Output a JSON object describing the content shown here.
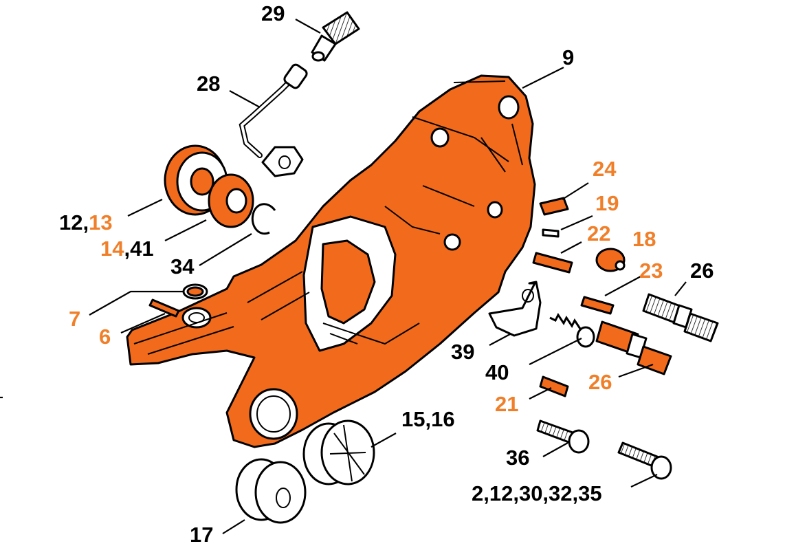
{
  "colors": {
    "part_fill": "#f26a1b",
    "highlight_text": "#f07f2a",
    "outline": "#000000",
    "background": "#ffffff"
  },
  "callouts": [
    {
      "id": "c29",
      "parts": [
        {
          "text": "29",
          "color": "black"
        }
      ]
    },
    {
      "id": "c9",
      "parts": [
        {
          "text": "9",
          "color": "black"
        }
      ]
    },
    {
      "id": "c28",
      "parts": [
        {
          "text": "28",
          "color": "black"
        }
      ]
    },
    {
      "id": "c12-13",
      "parts": [
        {
          "text": "12,",
          "color": "black"
        },
        {
          "text": "13",
          "color": "orange"
        }
      ]
    },
    {
      "id": "c14-41",
      "parts": [
        {
          "text": "14",
          "color": "orange"
        },
        {
          "text": ",41",
          "color": "black"
        }
      ]
    },
    {
      "id": "c34",
      "parts": [
        {
          "text": "34",
          "color": "black"
        }
      ]
    },
    {
      "id": "c7",
      "parts": [
        {
          "text": "7",
          "color": "orange"
        }
      ]
    },
    {
      "id": "c6",
      "parts": [
        {
          "text": "6",
          "color": "orange"
        }
      ]
    },
    {
      "id": "c24",
      "parts": [
        {
          "text": "24",
          "color": "orange"
        }
      ]
    },
    {
      "id": "c19",
      "parts": [
        {
          "text": "19",
          "color": "orange"
        }
      ]
    },
    {
      "id": "c22",
      "parts": [
        {
          "text": "22",
          "color": "orange"
        }
      ]
    },
    {
      "id": "c18",
      "parts": [
        {
          "text": "18",
          "color": "orange"
        }
      ]
    },
    {
      "id": "c23",
      "parts": [
        {
          "text": "23",
          "color": "orange"
        }
      ]
    },
    {
      "id": "c26a",
      "parts": [
        {
          "text": "26",
          "color": "black"
        }
      ]
    },
    {
      "id": "c39",
      "parts": [
        {
          "text": "39",
          "color": "black"
        }
      ]
    },
    {
      "id": "c40",
      "parts": [
        {
          "text": "40",
          "color": "black"
        }
      ]
    },
    {
      "id": "c26b",
      "parts": [
        {
          "text": "26",
          "color": "orange"
        }
      ]
    },
    {
      "id": "c21",
      "parts": [
        {
          "text": "21",
          "color": "orange"
        }
      ]
    },
    {
      "id": "c15-16",
      "parts": [
        {
          "text": "15,16",
          "color": "black"
        }
      ]
    },
    {
      "id": "c36",
      "parts": [
        {
          "text": "36",
          "color": "black"
        }
      ]
    },
    {
      "id": "c2-35",
      "parts": [
        {
          "text": "2,12,30,32,35",
          "color": "black"
        }
      ]
    },
    {
      "id": "c17",
      "parts": [
        {
          "text": "17",
          "color": "black"
        }
      ]
    }
  ]
}
